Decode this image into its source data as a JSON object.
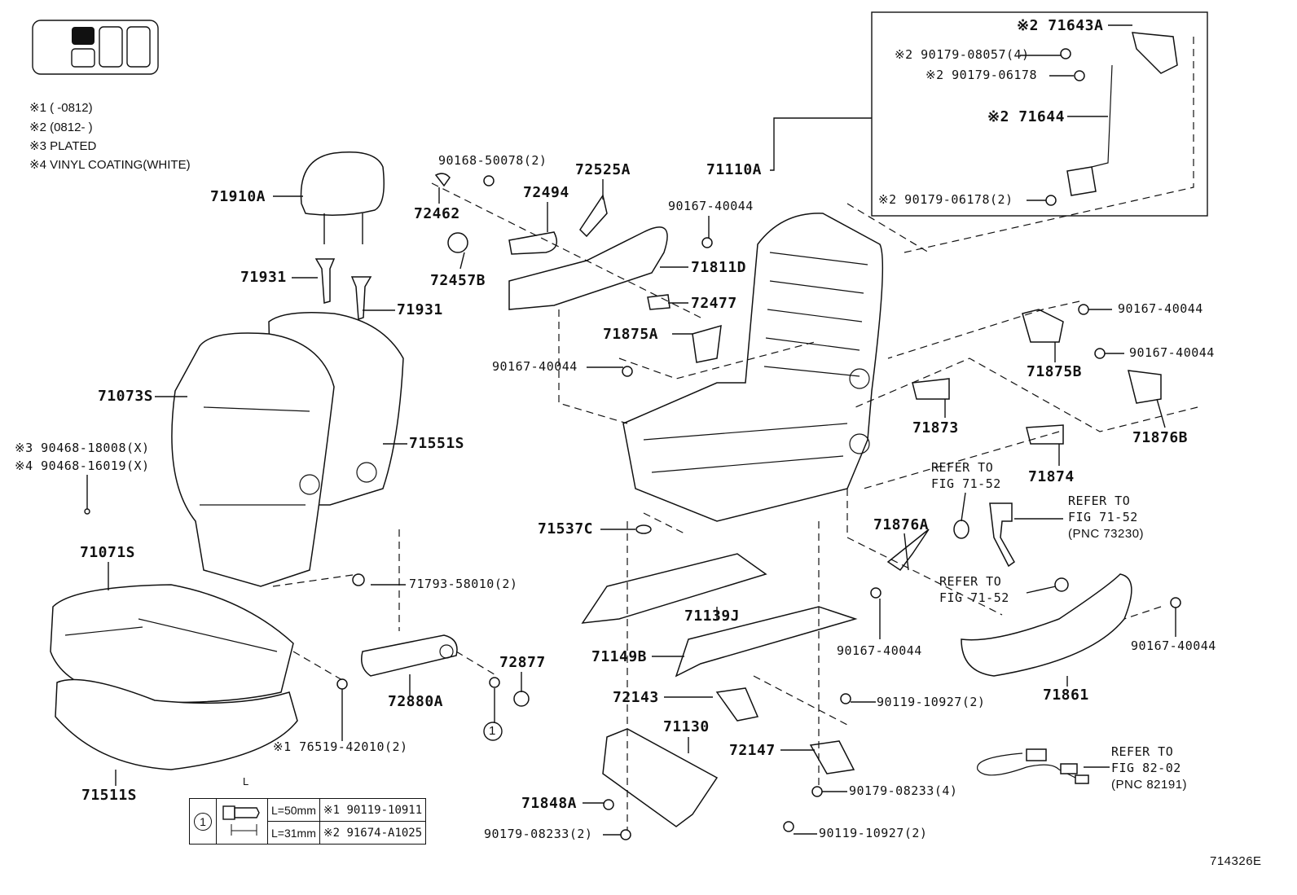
{
  "notes": [
    "※1 (        -0812)",
    "※2 (0812-        )",
    "※3 PLATED",
    "※4 VINYL COATING(WHITE)"
  ],
  "labels": {
    "p71910A": "71910A",
    "p71931a": "71931",
    "p71931b": "71931",
    "p71073S": "71073S",
    "p71551S": "71551S",
    "p90468a": "※3 90468-18008(X)",
    "p90468b": "※4 90468-16019(X)",
    "p71071S": "71071S",
    "p71793": "71793-58010(2)",
    "p72880A": "72880A",
    "p72877": "72877",
    "p76519": "※1 76519-42010(2)",
    "p71511S": "71511S",
    "p90168": "90168-50078(2)",
    "p72525A": "72525A",
    "p72494": "72494",
    "p72462": "72462",
    "p72457B": "72457B",
    "p90167_top": "90167-40044",
    "p71811D": "71811D",
    "p72477": "72477",
    "p71875A": "71875A",
    "p90167_left": "90167-40044",
    "p71110A": "71110A",
    "p71643A": "※2 71643A",
    "p90179_08057": "※2 90179-08057(4)",
    "p90179_06178": "※2 90179-06178",
    "p71644": "※2 71644",
    "p90179_06178_2": "※2 90179-06178(2)",
    "p90167_r1": "90167-40044",
    "p90167_r2": "90167-40044",
    "p71875B": "71875B",
    "p71873": "71873",
    "p71876B": "71876B",
    "p71874": "71874",
    "p71537C": "71537C",
    "refer1": "REFER TO",
    "refer1b": "FIG 71-52",
    "refer2": "REFER TO",
    "refer2b": "FIG 71-52",
    "refer2c": "(PNC 73230)",
    "p71876A": "71876A",
    "refer3": "REFER TO",
    "refer3b": "FIG 71-52",
    "p90167_mid": "90167-40044",
    "p90167_rr": "90167-40044",
    "p71861": "71861",
    "p71139J": "71139J",
    "p71149B": "71149B",
    "p72143": "72143",
    "p90119_a": "90119-10927(2)",
    "p71130": "71130",
    "p72147": "72147",
    "p90179_08233_4": "90179-08233(4)",
    "p71848A": "71848A",
    "p90179_08233_2": "90179-08233(2)",
    "p90119_b": "90119-10927(2)",
    "refer4": "REFER TO",
    "refer4b": "FIG 82-02",
    "refer4c": "(PNC 82191)",
    "callout1": "1",
    "diagram_id": "714326E"
  },
  "spec_table": {
    "key": "1",
    "L": "L",
    "rows": [
      {
        "length": "L=50mm",
        "part": "※1 90119-10911"
      },
      {
        "length": "L=31mm",
        "part": "※2 91674-A1025"
      }
    ]
  }
}
